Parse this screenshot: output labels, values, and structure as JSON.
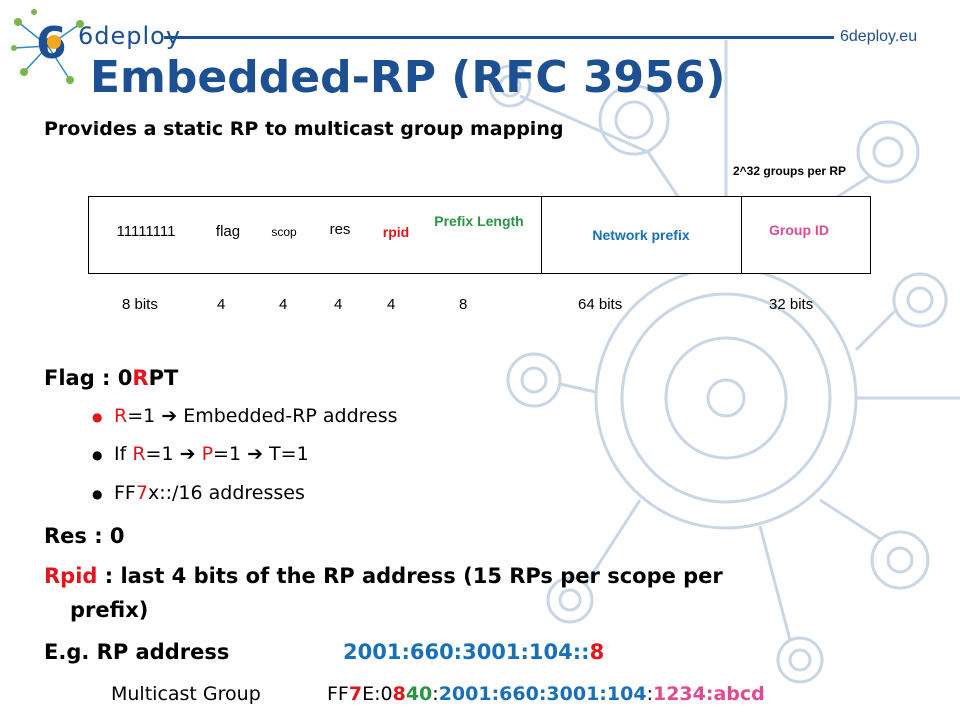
{
  "header": {
    "logo_text": "6deploy",
    "website": "6deploy.eu"
  },
  "slide": {
    "title": "Embedded-RP (RFC 3956)",
    "subtitle": "Provides a static RP to multicast group mapping",
    "groups_note": "2^32 groups per RP"
  },
  "format": {
    "fields": [
      {
        "label": "11111111",
        "bits": "8 bits",
        "color": "#000000"
      },
      {
        "label": "flag",
        "bits": "4",
        "color": "#000000"
      },
      {
        "label": "scop",
        "bits": "4",
        "color": "#000000"
      },
      {
        "label": "res",
        "bits": "4",
        "color": "#000000"
      },
      {
        "label": "rpid",
        "bits": "4",
        "color": "#e3141b"
      },
      {
        "label": "Prefix Length",
        "bits": "8",
        "color": "#2a9445"
      },
      {
        "label": "Network prefix",
        "bits": "64 bits",
        "color": "#1a70b8"
      },
      {
        "label": "Group ID",
        "bits": "32 bits",
        "color": "#e04a8e"
      }
    ]
  },
  "flag": {
    "heading_prefix": "Flag : 0",
    "heading_r": "R",
    "heading_suffix": "PT",
    "bullets": {
      "b1_r": "R",
      "b1_rest": "=1 ➔ Embedded-RP address",
      "b2_if": "If ",
      "b2_r": "R",
      "b2_mid": "=1 ➔ ",
      "b2_p": "P",
      "b2_end": "=1 ➔ T=1",
      "b3_ff": "FF",
      "b3_7": "7",
      "b3_rest": "x::/16 addresses"
    }
  },
  "res_line": "Res : 0",
  "rpid_line": {
    "word": "Rpid",
    "rest": " : last 4 bits of the RP address (15 RPs per scope per",
    "continuation": "prefix)"
  },
  "example": {
    "label": "E.g. RP address",
    "rp_prefix": "2001:660:3001:104::",
    "rp_suffix": "8",
    "mc_label": "Multicast Group",
    "mc_ff": "FF",
    "mc_7": "7",
    "mc_e0": "E:0",
    "mc_8": "8",
    "mc_40": "40",
    "mc_sep1": ":",
    "mc_net": "2001:660:3001:104",
    "mc_sep2": ":",
    "mc_gid": "1234:abcd"
  },
  "colors": {
    "title": "#1d4f93",
    "red": "#e3141b",
    "blue": "#1a70b8",
    "green": "#2a9445",
    "pink": "#e04a8e",
    "decor": "#b8c8dc"
  }
}
